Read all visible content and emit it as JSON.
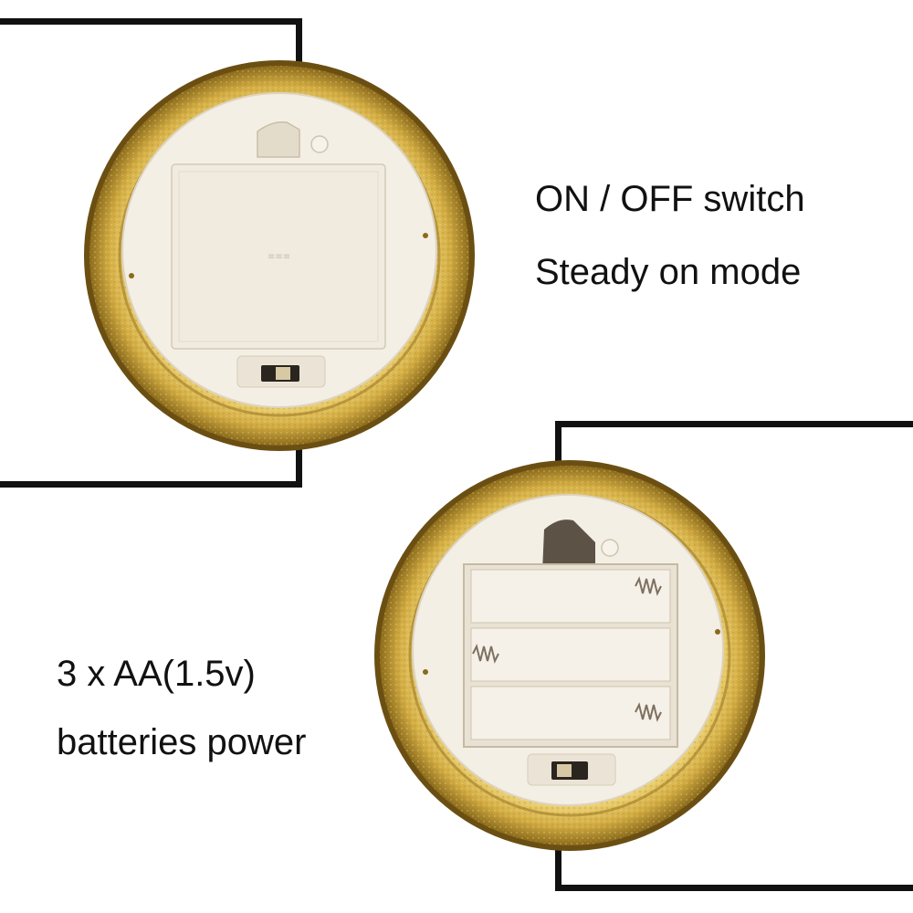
{
  "captions": {
    "switch_label": "ON / OFF switch",
    "mode_label": "Steady on mode",
    "battery_label": "3 x AA(1.5v)",
    "power_label": "batteries power"
  },
  "colors": {
    "gold_rim": "#b8902a",
    "gold_light": "#e3c66a",
    "plastic_cover": "#f3eee3",
    "frame_line": "#111111",
    "background": "#ffffff"
  }
}
